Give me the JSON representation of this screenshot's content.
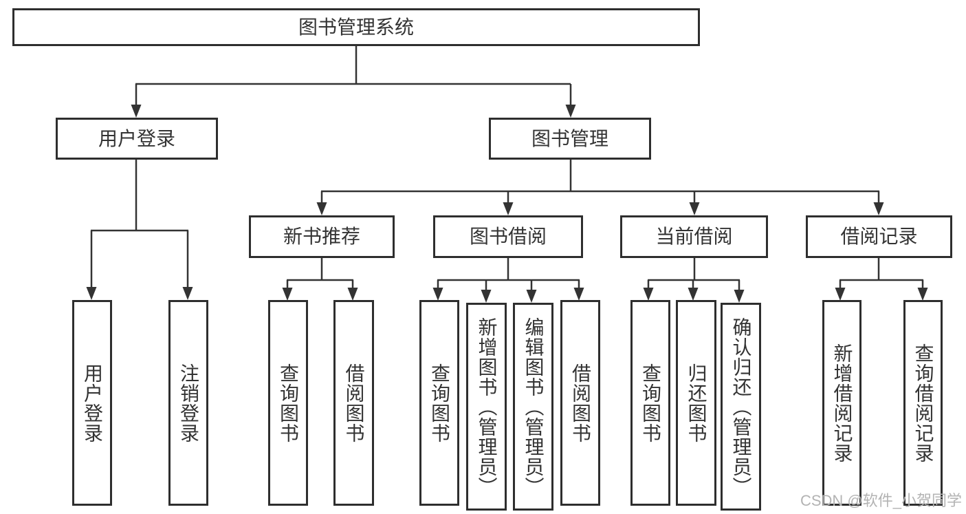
{
  "diagram": {
    "title": "图书管理系统",
    "watermark": "CSDN @软件_小贺同学"
  },
  "colors": {
    "line": "#333333",
    "box_border": "#2e2e2e",
    "text": "#333333",
    "watermark": "#b3b3b3",
    "background": "#ffffff"
  },
  "nodes": {
    "root": {
      "label": "图书管理系统"
    },
    "user_login": {
      "label": "用户登录"
    },
    "book_mgmt": {
      "label": "图书管理"
    },
    "login": {
      "label": "用户登录"
    },
    "logout": {
      "label": "注销登录"
    },
    "new_book_rec": {
      "label": "新书推荐"
    },
    "book_borrow": {
      "label": "图书借阅"
    },
    "current_borrow": {
      "label": "当前借阅"
    },
    "borrow_records": {
      "label": "借阅记录"
    },
    "nb_query": {
      "label": "查询图书"
    },
    "nb_borrow": {
      "label": "借阅图书"
    },
    "bb_query": {
      "label": "查询图书"
    },
    "bb_add": {
      "label": "新增图书（管理员）"
    },
    "bb_edit": {
      "label": "编辑图书（管理员）"
    },
    "bb_borrow": {
      "label": "借阅图书"
    },
    "cb_query": {
      "label": "查询图书"
    },
    "cb_return": {
      "label": "归还图书"
    },
    "cb_confirm": {
      "label": "确认归还（管理员）"
    },
    "br_add": {
      "label": "新增借阅记录"
    },
    "br_query": {
      "label": "查询借阅记录"
    }
  },
  "edges": [
    [
      "root",
      "user_login"
    ],
    [
      "root",
      "book_mgmt"
    ],
    [
      "user_login",
      "login"
    ],
    [
      "user_login",
      "logout"
    ],
    [
      "book_mgmt",
      "new_book_rec"
    ],
    [
      "book_mgmt",
      "book_borrow"
    ],
    [
      "book_mgmt",
      "current_borrow"
    ],
    [
      "book_mgmt",
      "borrow_records"
    ],
    [
      "new_book_rec",
      "nb_query"
    ],
    [
      "new_book_rec",
      "nb_borrow"
    ],
    [
      "book_borrow",
      "bb_query"
    ],
    [
      "book_borrow",
      "bb_add"
    ],
    [
      "book_borrow",
      "bb_edit"
    ],
    [
      "book_borrow",
      "bb_borrow"
    ],
    [
      "current_borrow",
      "cb_query"
    ],
    [
      "current_borrow",
      "cb_return"
    ],
    [
      "current_borrow",
      "cb_confirm"
    ],
    [
      "borrow_records",
      "br_add"
    ],
    [
      "borrow_records",
      "br_query"
    ]
  ]
}
